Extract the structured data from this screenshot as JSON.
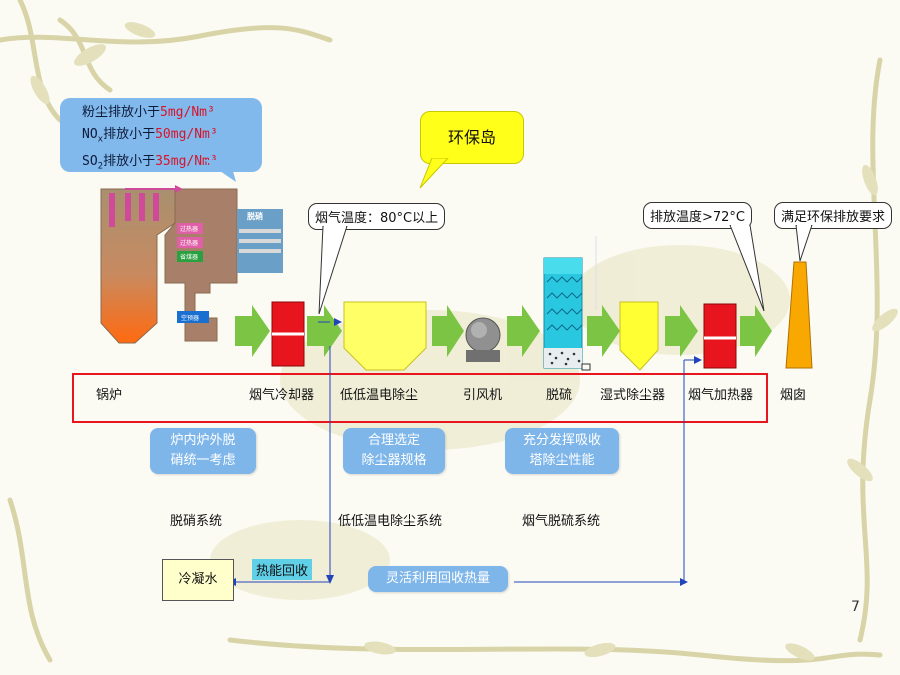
{
  "emissions": {
    "line1_prefix": "粉尘排放小于",
    "line1_value": "5mg/Nm³",
    "line2_prefix_a": "NO",
    "line2_sub": "x",
    "line2_prefix_b": "排放小于",
    "line2_value": "50mg/Nm³",
    "line3_prefix_a": "SO",
    "line3_sub": "2",
    "line3_prefix_b": "排放小于",
    "line3_value": "35mg/Nm³"
  },
  "island_label": "环保岛",
  "callouts": {
    "flue_temp": "烟气温度：80°C以上",
    "exhaust_temp": "排放温度>72°C",
    "meets_req": "满足环保排放要求"
  },
  "boiler_tags": {
    "denitration": "脱硝",
    "superheater1": "过热器",
    "superheater2": "过热器",
    "economizer": "省煤器",
    "air_preheater": "空预器"
  },
  "equipment": [
    {
      "label": "锅炉"
    },
    {
      "label": "烟气冷却器"
    },
    {
      "label": "低低温电除尘"
    },
    {
      "label": "引风机"
    },
    {
      "label": "脱硫"
    },
    {
      "label": "湿式除尘器"
    },
    {
      "label": "烟气加热器"
    },
    {
      "label": "烟囱"
    }
  ],
  "notes": {
    "denox_note": "炉内炉外脱\n硝统一考虑",
    "esp_note": "合理选定\n除尘器规格",
    "fgd_note": "充分发挥吸收\n塔除尘性能"
  },
  "systems": {
    "denitration": "脱硝系统",
    "esp": "低低温电除尘系统",
    "fgd": "烟气脱硫系统"
  },
  "heat_recovery": {
    "condensate": "冷凝水",
    "energy_recovery": "热能回收",
    "flexible_use": "灵活利用回收热量"
  },
  "page_number": "7",
  "colors": {
    "bubble": "#7fb6ea",
    "highlight_box": "#e8141e",
    "arrow_green": "#7cc544",
    "cooler_red": "#e8141e",
    "esp_yellow": "#ffff66",
    "island_yellow": "#ffff19",
    "chimney_orange": "#f8a800",
    "flow_line": "#2244bb"
  }
}
